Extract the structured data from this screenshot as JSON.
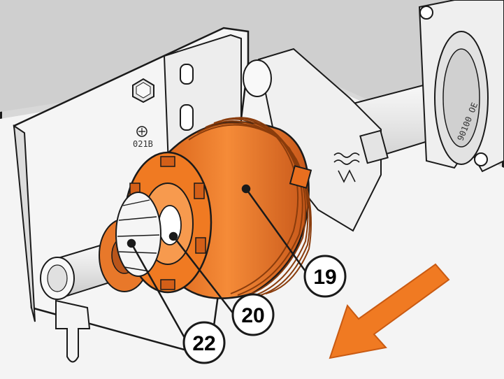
{
  "illustration": {
    "subject": "cable-drum-assembly",
    "colors": {
      "background": "#d8d8d8",
      "metal_light": "#f2f2f2",
      "metal_mid": "#dedede",
      "outline": "#1a1a1a",
      "orange": "#f07a22",
      "orange_dark": "#b14e10",
      "orange_light": "#f79a4e",
      "arrow": "#f07a22"
    }
  },
  "plate": {
    "marking_code": "021B"
  },
  "bracket": {
    "stamp_text": "90100 OE"
  },
  "callouts": [
    {
      "number": "19",
      "target": "cable-drum"
    },
    {
      "number": "20",
      "target": "drum-hub"
    },
    {
      "number": "22",
      "target": "spacer-ring"
    }
  ],
  "direction_arrow": {
    "meaning": "pull-direction",
    "icon": "arrow-down-left-icon"
  }
}
